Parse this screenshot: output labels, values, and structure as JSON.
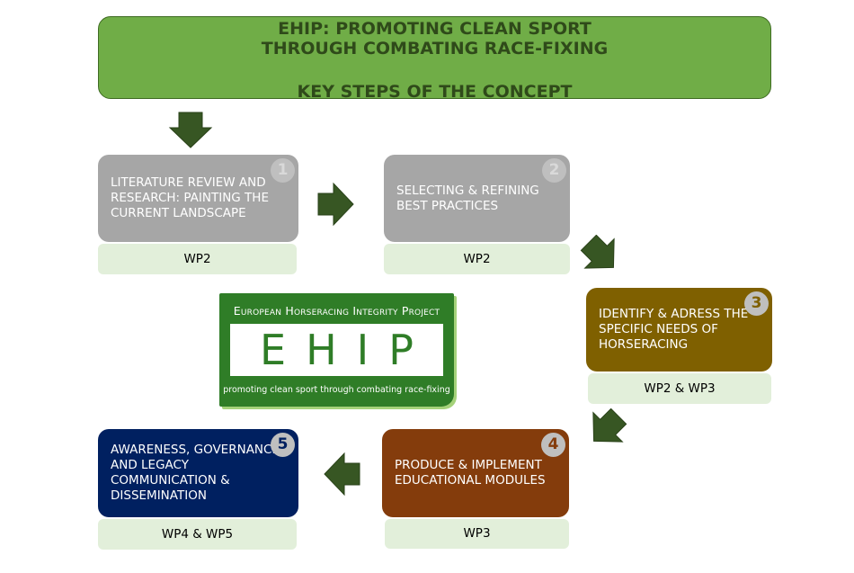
{
  "header": {
    "line1": "EHIP: PROMOTING CLEAN SPORT",
    "line2": "THROUGH COMBATING RACE-FIXING",
    "line3": "KEY STEPS OF THE CONCEPT"
  },
  "steps": [
    {
      "number": "1",
      "text": "LITERATURE REVIEW AND\nRESEARCH: PAINTING THE\nCURRENT LANDSCAPE",
      "wp": "WP2",
      "color": "#a6a6a6"
    },
    {
      "number": "2",
      "text": "SELECTING & REFINING\nBEST PRACTICES",
      "wp": "WP2",
      "color": "#a6a6a6"
    },
    {
      "number": "3",
      "text": "IDENTIFY & ADRESS THE\nSPECIFIC NEEDS OF\nHORSERACING",
      "wp": "WP2 & WP3",
      "color": "#7f6000"
    },
    {
      "number": "4",
      "text": "PRODUCE & IMPLEMENT\nEDUCATIONAL MODULES",
      "wp": "WP3",
      "color": "#843c0c"
    },
    {
      "number": "5",
      "text": "AWARENESS, GOVERNANCE\nAND LEGACY\nCOMMUNICATION &\nDISSEMINATION",
      "wp": "WP4 & WP5",
      "color": "#002060"
    }
  ],
  "logo": {
    "title": "European Horseracing Integrity Project",
    "acronym": "EHIP",
    "subtitle": "promoting clean sport through combating race-fixing"
  },
  "colors": {
    "header_bg": "#70ad47",
    "arrow": "#375623",
    "wp_bg": "#e2efda",
    "logo_green": "#2f7d27"
  }
}
